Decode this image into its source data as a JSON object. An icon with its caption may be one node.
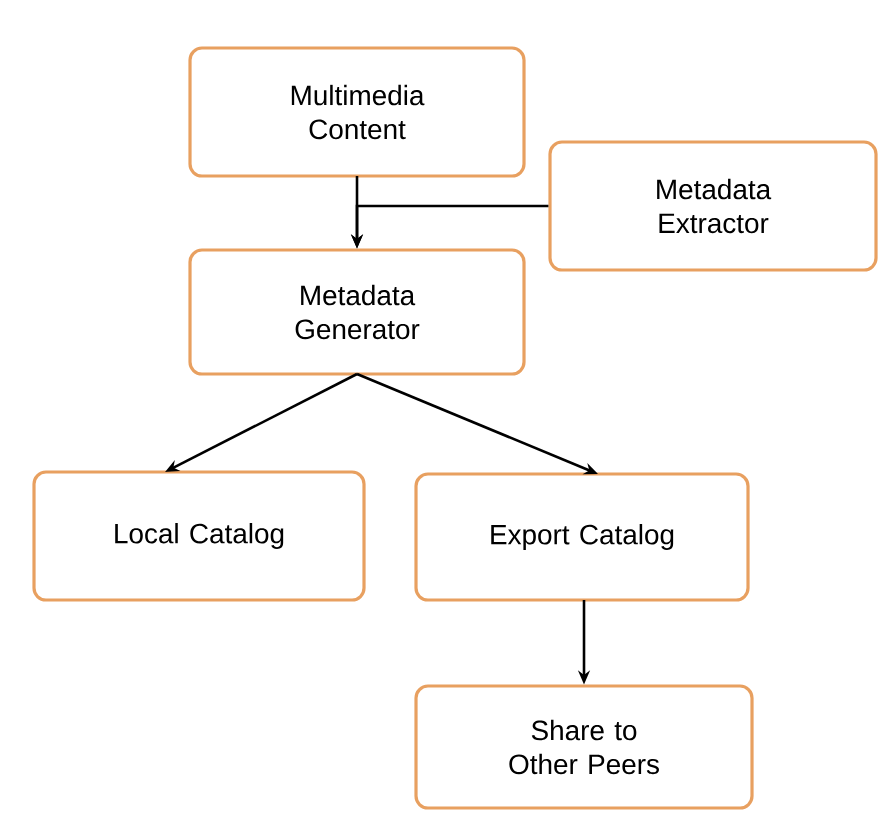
{
  "diagram": {
    "nodes": [
      {
        "text": [
          "Multimedia Content"
        ]
      },
      {
        "text": [
          "Metadata Generator"
        ]
      },
      {
        "text": [
          "Metadata Extractor"
        ]
      },
      {
        "text": [
          "Local Catalog"
        ]
      },
      {
        "text": [
          "Export Catalog"
        ]
      },
      {
        "text": [
          "Share to Other Peers"
        ]
      }
    ],
    "edges": [
      {
        "from": 0,
        "to": 1,
        "arrow": "to"
      },
      {
        "from": 2,
        "to": 1,
        "arrow": "to"
      },
      {
        "from": 1,
        "to": 3,
        "arrow": "to"
      },
      {
        "from": 1,
        "to": 4,
        "arrow": "to"
      },
      {
        "from": 4,
        "to": 5,
        "arrow": "to"
      }
    ]
  }
}
